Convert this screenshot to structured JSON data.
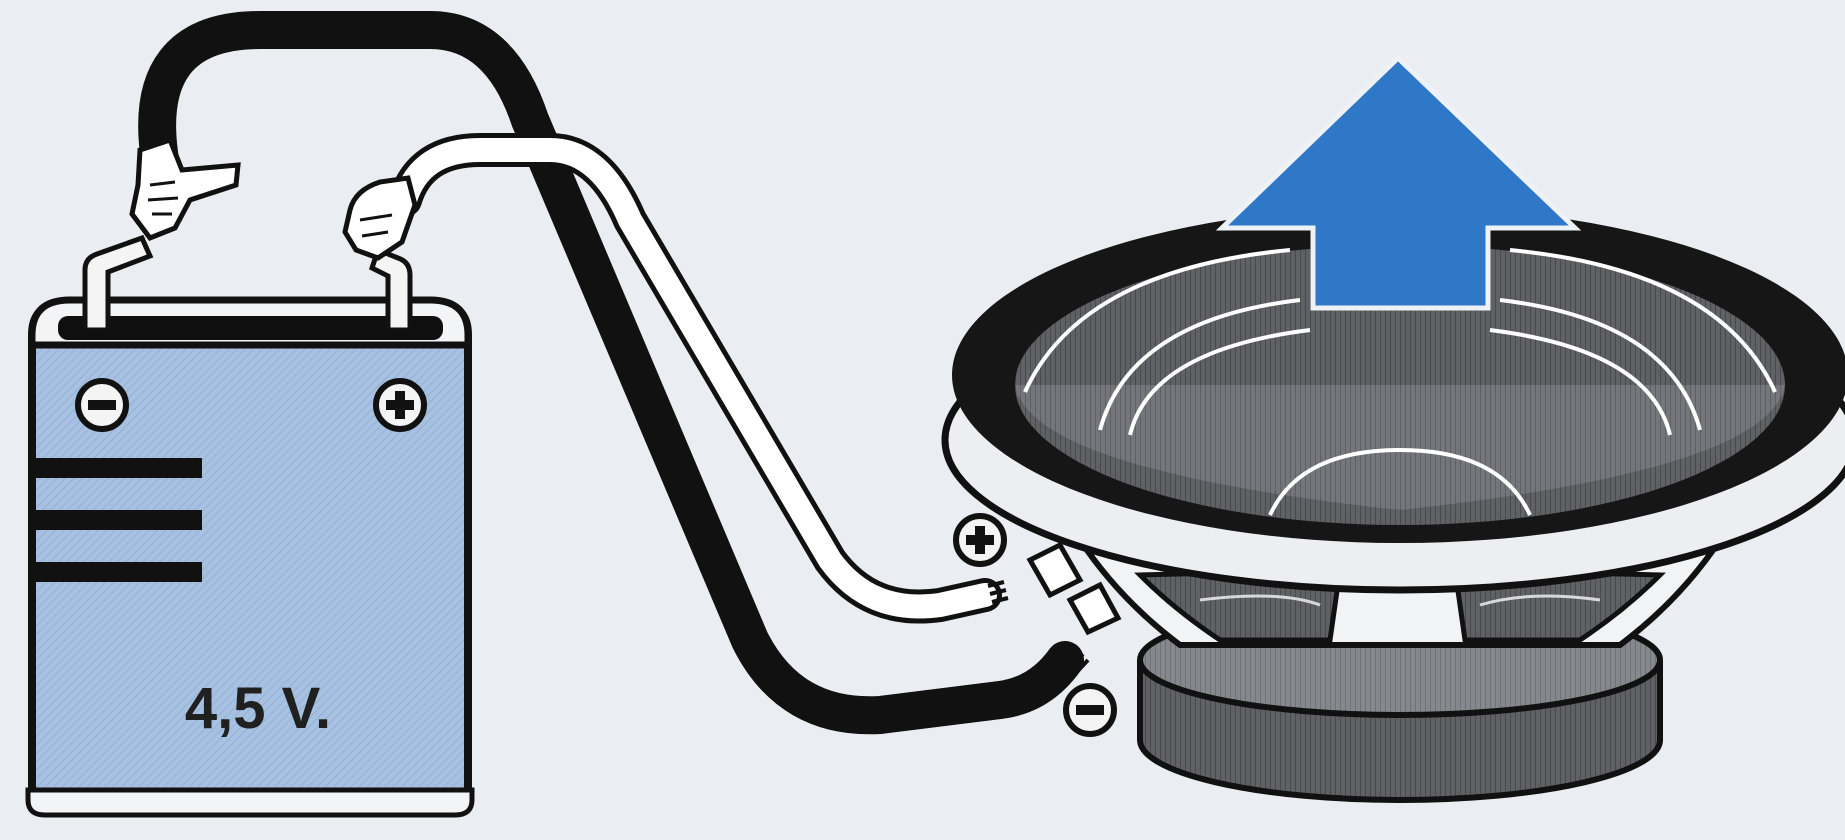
{
  "battery": {
    "voltage_label": "4,5 V.",
    "negative_terminal_symbol": "−",
    "positive_terminal_symbol": "+",
    "body_color": "#9fbbdc"
  },
  "speaker": {
    "positive_terminal_symbol": "+",
    "negative_terminal_symbol": "−",
    "cone_motion": "upward"
  },
  "wires": {
    "negative_wire_color": "#151515",
    "positive_wire_color": "#ffffff"
  },
  "arrow": {
    "icon": "up-arrow-icon",
    "color": "#2f77c7",
    "direction": "up"
  }
}
